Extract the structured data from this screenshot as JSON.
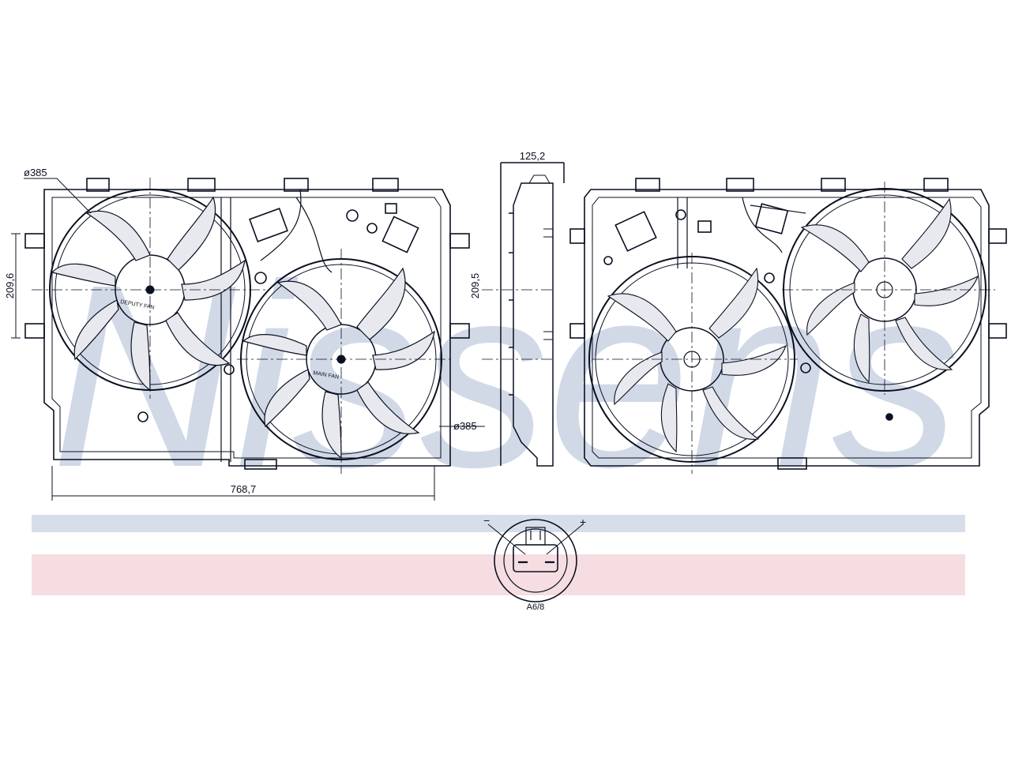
{
  "watermark": {
    "text": "Nissens",
    "color": "#c9d3e3"
  },
  "colors": {
    "stripe_blue": "#d6dfe9",
    "stripe_pink": "#f5dde2",
    "line": "#0b1020"
  },
  "dimensions": {
    "fan_left_diameter": "ø385",
    "fan_right_diameter": "ø385",
    "height_left": "209,6",
    "height_side": "209,5",
    "depth_top": "125,2",
    "width_bottom": "768,7"
  },
  "connector": {
    "minus": "−",
    "plus": "+",
    "caption": "A6/8"
  },
  "labels": {
    "fan1_text": "DEPUTY FAN",
    "fan2_text": "MAIN FAN"
  }
}
